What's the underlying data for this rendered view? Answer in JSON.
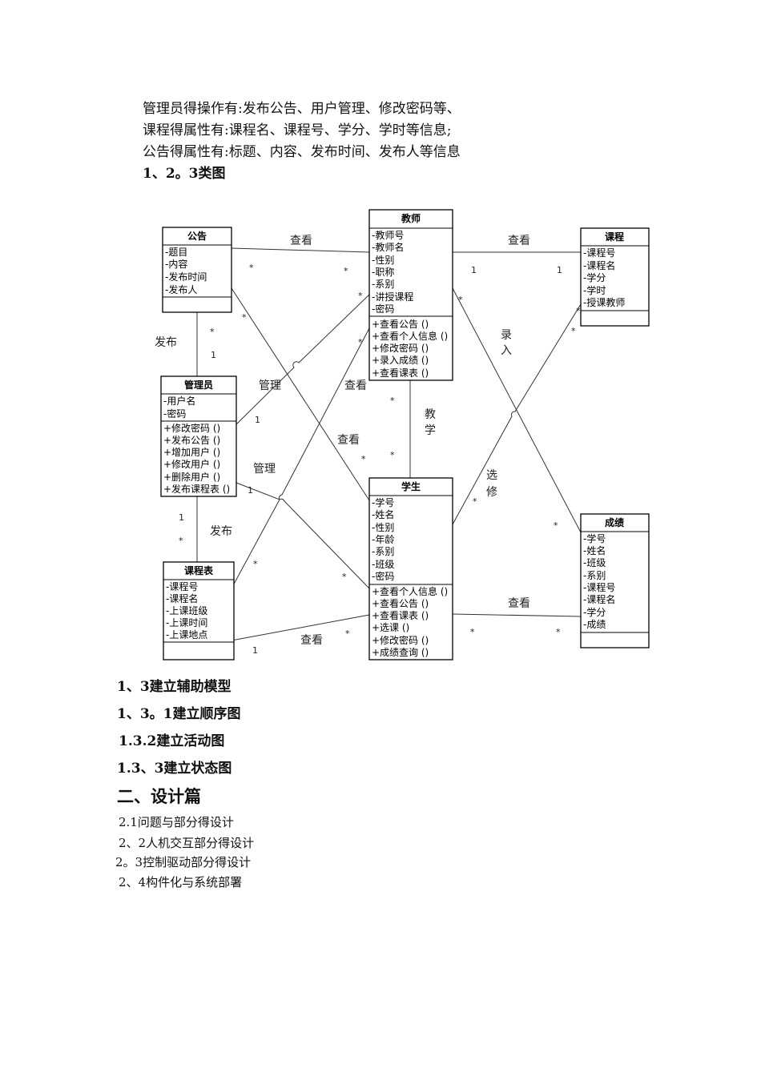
{
  "intro": {
    "line1": "管理员得操作有:发布公告、用户管理、修改密码等、",
    "line2": "课程得属性有:课程名、课程号、学分、学时等信息;",
    "line3": "公告得属性有:标题、内容、发布时间、发布人等信息"
  },
  "section_class_diagram": "1、2。3类图",
  "diagram": {
    "classes": {
      "notice": {
        "title": "公告",
        "attrs": [
          "-题目",
          "-内容",
          "-发布时间",
          "-发布人"
        ],
        "ops": []
      },
      "teacher": {
        "title": "教师",
        "attrs": [
          "-教师号",
          "-教师名",
          "-性别",
          "-职称",
          "-系别",
          "-讲授课程",
          "-密码"
        ],
        "ops": [
          "+查看公告 ()",
          "+查看个人信息 ()",
          "+修改密码 ()",
          "+录入成绩 ()",
          "+查看课表 ()"
        ]
      },
      "course": {
        "title": "课程",
        "attrs": [
          "-课程号",
          "-课程名",
          "-学分",
          "-学时",
          "-授课教师"
        ],
        "ops": []
      },
      "admin": {
        "title": "管理员",
        "attrs": [
          "-用户名",
          "-密码"
        ],
        "ops": [
          "+修改密码 ()",
          "+发布公告 ()",
          "+增加用户 ()",
          "+修改用户 ()",
          "+删除用户 ()",
          "+发布课程表 ()"
        ]
      },
      "student": {
        "title": "学生",
        "attrs": [
          "-学号",
          "-姓名",
          "-性别",
          "-年龄",
          "-系别",
          "-班级",
          "-密码"
        ],
        "ops": [
          "+查看个人信息 ()",
          "+查看公告 ()",
          "+查看课表 ()",
          "+选课 ()",
          "+修改密码 ()",
          "+成绩查询 ()"
        ]
      },
      "timetable": {
        "title": "课程表",
        "attrs": [
          "-课程号",
          "-课程名",
          "-上课班级",
          "-上课时间",
          "-上课地点"
        ],
        "ops": []
      },
      "grade": {
        "title": "成绩",
        "attrs": [
          "-学号",
          "-姓名",
          "-班级",
          "-系别",
          "-课程号",
          "-课程名",
          "-学分",
          "-成绩"
        ],
        "ops": []
      }
    },
    "labels": {
      "view": "查看",
      "publish": "发布",
      "manage": "管理",
      "teach1": "教",
      "teach2": "学",
      "enter1": "录",
      "enter2": "入",
      "select1": "选",
      "select2": "修"
    },
    "mult": {
      "star": "*",
      "one": "1"
    }
  },
  "headings": {
    "h_aux": "1、3建立辅助模型",
    "h_seq": "1、3。1建立顺序图",
    "h_act": "1.3.2建立活动图",
    "h_state": "1.3、3建立状态图",
    "h_design": "二、设计篇"
  },
  "toc": {
    "t1": "2.1问题与部分得设计",
    "t2": "2、2人机交互部分得设计",
    "t3": "2。3控制驱动部分得设计",
    "t4": "2、4构件化与系统部署"
  }
}
